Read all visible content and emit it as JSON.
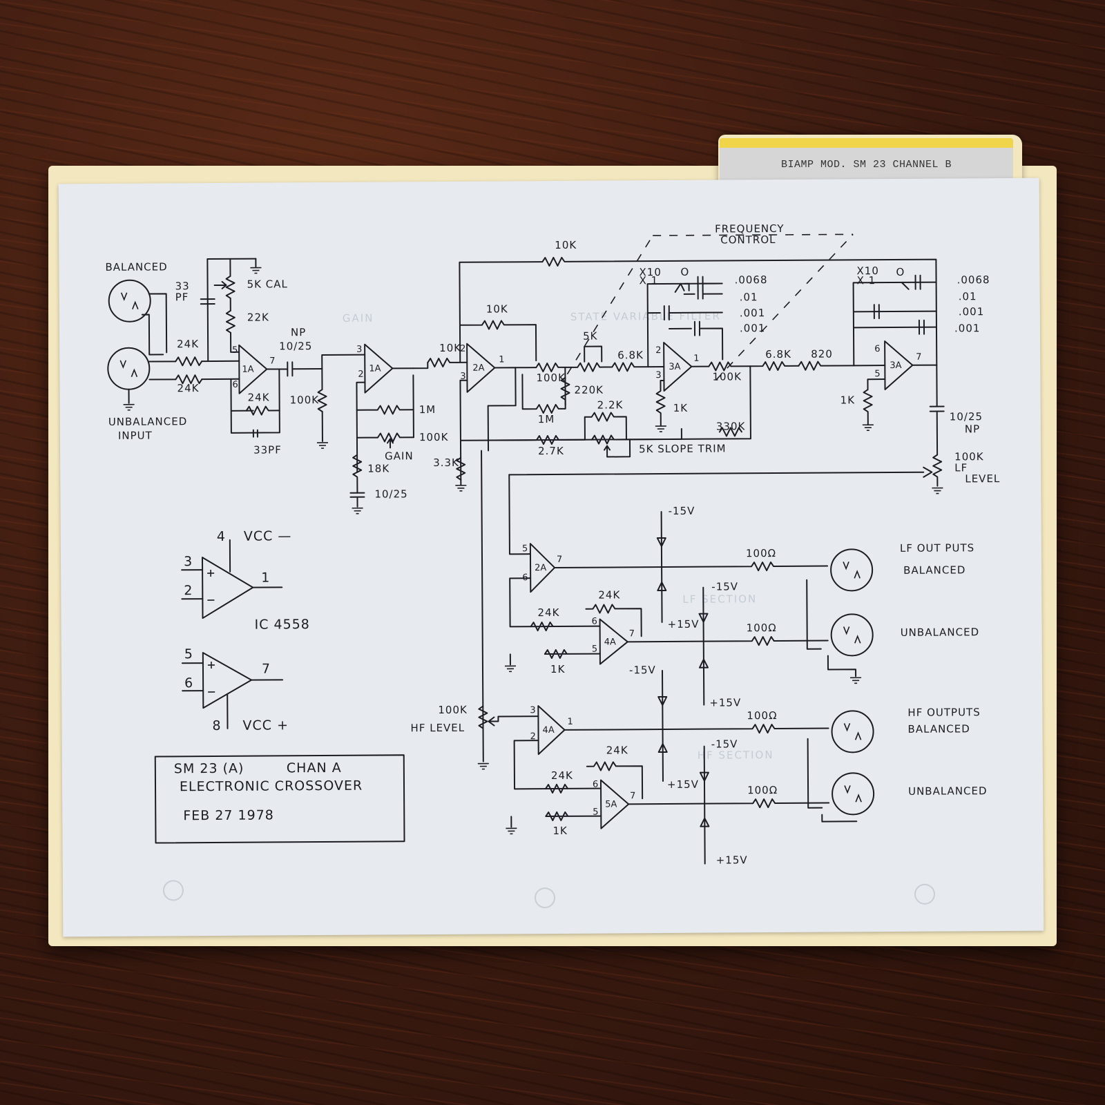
{
  "folder_tab": {
    "label": "BIAMP MOD. SM 23 CHANNEL B"
  },
  "labels": {
    "balanced": "BALANCED",
    "unbalanced_input": "UNBALANCED",
    "input": "INPUT",
    "frequency": "FREQUENCY",
    "control": "CONTROL",
    "gain": "GAIN",
    "five_k_cal": "5K CAL",
    "slope_trim": "5K SLOPE TRIM",
    "hf_level": "HF LEVEL",
    "lf_level_value": "100K",
    "lf_level_lf": "LF",
    "lf_level_level": "LEVEL",
    "hf_level_value": "100K",
    "np": "NP",
    "np_value": "10/25",
    "np2_value": "10/25",
    "np2": "NP",
    "lf_outputs": "LF  OUT PUTS",
    "lf_balanced": "BALANCED",
    "lf_unbalanced": "UNBALANCED",
    "hf_outputs": "HF OUTPUTS",
    "hf_balanced": "BALANCED",
    "hf_unbalanced": "UNBALANCED"
  },
  "components": {
    "c33pf_top_a": "33",
    "c33pf_top_b": "PF",
    "c33pf_bot": "33PF",
    "r22k": "22K",
    "r24k_a": "24K",
    "r24k_b": "24K",
    "r24k_fb": "24K",
    "r100k_in": "100K",
    "r1m": "1M",
    "r100k_gain": "100K",
    "r18k": "18K",
    "c10_25": "10/25",
    "r10k_a": "10K",
    "r10k_top": "10K",
    "r10k_fb": "10K",
    "r3_3k": "3.3K",
    "r100k_pot": "100K",
    "r1m_b": "1M",
    "r220k": "220K",
    "r5k": "5K",
    "r6_8k_a": "6.8K",
    "r2_2k": "2.2K",
    "r2_7k": "2.7K",
    "r1k_a": "1K",
    "r100k_b": "100K",
    "r330k": "330K",
    "r6_8k_b": "6.8K",
    "r820": "820",
    "r1k_b": "1K",
    "x10_a": "X10",
    "x1_a": "X 1",
    "o_a": "O",
    "x10_b": "X10",
    "x1_b": "X 1",
    "o_b": "O",
    "cap_a1": ".0068",
    "cap_a2": ".01",
    "cap_a3": ".001",
    "cap_a4": ".001",
    "cap_b1": ".0068",
    "cap_b2": ".01",
    "cap_b3": ".001",
    "cap_b4": ".001",
    "r100_lf1": "100Ω",
    "r100_lf2": "100Ω",
    "r100_hf1": "100Ω",
    "r100_hf2": "100Ω",
    "r24k_lf_fb": "24K",
    "r24k_lf_in": "24K",
    "r1k_lf": "1K",
    "r24k_hf_fb": "24K",
    "r24k_hf_in": "24K",
    "r1k_hf": "1K",
    "v_m15_1": "-15V",
    "v_p15_1": "+15V",
    "v_m15_2": "-15V",
    "v_p15_2": "+15V",
    "v_m15_3": "-15V",
    "v_p15_3": "+15V",
    "v_m15_4": "-15V",
    "v_p15_4": "+15V"
  },
  "opamps": {
    "u1a_in": "1A",
    "u1a_b": "1A",
    "u2a": "2A",
    "u3a_a": "3A",
    "u3a_b": "3A",
    "u2a_lf": "2A",
    "u4a_lf": "4A",
    "u4a_hf": "4A",
    "u5a": "5A"
  },
  "pinout_ic": {
    "pin4": "4",
    "vcc_minus": "VCC —",
    "pin3": "3",
    "pin2": "2",
    "pin1": "1",
    "ic_name": "IC 4558",
    "pin5": "5",
    "pin6": "6",
    "pin7": "7",
    "pin8": "8",
    "vcc_plus": "VCC +"
  },
  "title_block": {
    "line1_a": "SM 23 (A)",
    "line1_b": "CHAN A",
    "line2": "ELECTRONIC  CROSSOVER",
    "line3": "FEB 27  1978"
  }
}
